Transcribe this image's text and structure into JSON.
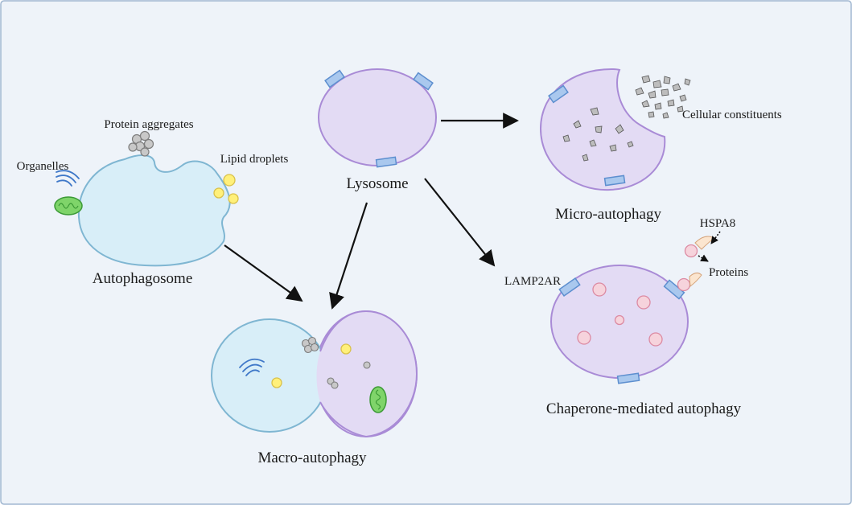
{
  "labels": {
    "lysosome": "Lysosome",
    "protein_aggregates": "Protein aggregates",
    "organelles": "Organelles",
    "lipid_droplets": "Lipid droplets",
    "autophagosome": "Autophagosome",
    "micro_autophagy": "Micro-autophagy",
    "cellular_constituents": "Cellular constituents",
    "hspa8": "HSPA8",
    "proteins": "Proteins",
    "lamp2ar": "LAMP2AR",
    "chaperone_mediated": "Chaperone-mediated autophagy",
    "macro_autophagy": "Macro-autophagy"
  },
  "colors": {
    "background": "#eef3f9",
    "frame": "#9fb6d0",
    "lysosome_fill": "#e3dbf4",
    "lysosome_stroke": "#a98bd6",
    "autophagosome_fill": "#d8eef8",
    "autophagosome_stroke": "#7fb6d2",
    "receptor_fill": "#a9c8ee",
    "receptor_stroke": "#5d8fcf",
    "lipid_fill": "#fff07a",
    "lipid_stroke": "#d9c14a",
    "protein_fill": "#f6d3dc",
    "protein_stroke": "#dc8aa2",
    "mitochondrion_fill": "#7fd46a",
    "mitochondrion_stroke": "#3c9a36",
    "golgi_stroke": "#3f78c8",
    "aggregate_fill": "#c8c8c8",
    "aggregate_stroke": "#7d7d7d",
    "arrow": "#111111"
  }
}
